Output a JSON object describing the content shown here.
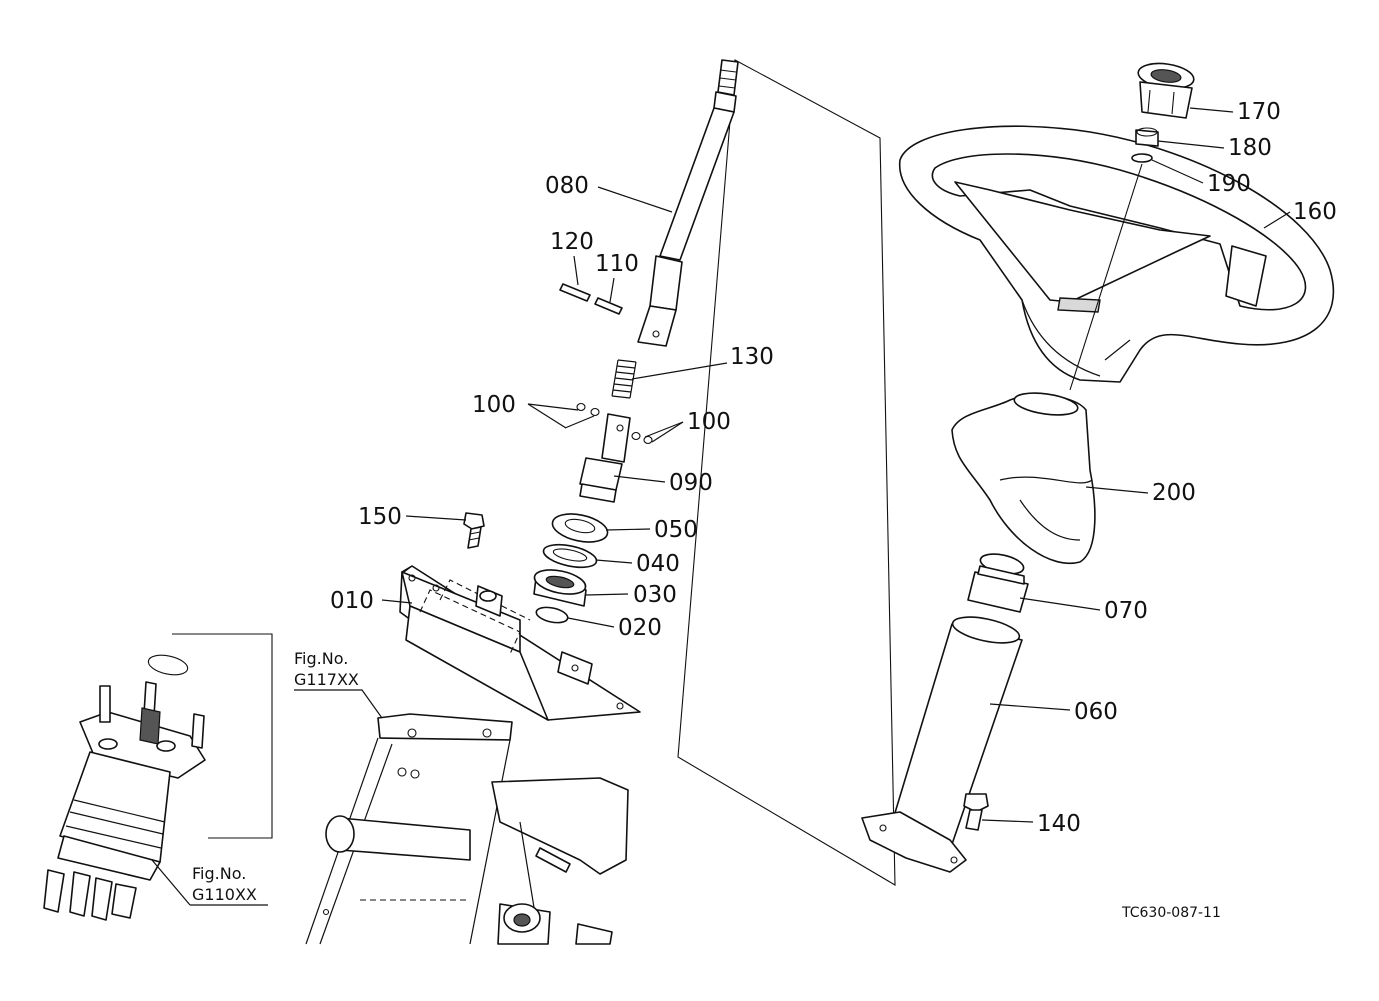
{
  "diagram": {
    "drawing_code": "TC630-087-11",
    "fig_refs": [
      {
        "prefix": "Fig.No.",
        "code": "G117XX"
      },
      {
        "prefix": "Fig.No.",
        "code": "G110XX"
      }
    ],
    "parts": [
      {
        "id": "010",
        "label": "010",
        "name": "bracket-plate"
      },
      {
        "id": "020",
        "label": "020",
        "name": "snap-ring"
      },
      {
        "id": "030",
        "label": "030",
        "name": "bearing"
      },
      {
        "id": "040",
        "label": "040",
        "name": "spacer-ring"
      },
      {
        "id": "050",
        "label": "050",
        "name": "seal"
      },
      {
        "id": "060",
        "label": "060",
        "name": "column-tube"
      },
      {
        "id": "070",
        "label": "070",
        "name": "bushing"
      },
      {
        "id": "080",
        "label": "080",
        "name": "steering-shaft"
      },
      {
        "id": "090",
        "label": "090",
        "name": "coupling-shaft"
      },
      {
        "id": "100a",
        "label": "100",
        "name": "o-ring-left"
      },
      {
        "id": "100b",
        "label": "100",
        "name": "o-ring-right"
      },
      {
        "id": "110",
        "label": "110",
        "name": "pin-short"
      },
      {
        "id": "120",
        "label": "120",
        "name": "pin-long"
      },
      {
        "id": "130",
        "label": "130",
        "name": "spring"
      },
      {
        "id": "140",
        "label": "140",
        "name": "bolt-column"
      },
      {
        "id": "150",
        "label": "150",
        "name": "bolt-bracket"
      },
      {
        "id": "160",
        "label": "160",
        "name": "steering-wheel"
      },
      {
        "id": "170",
        "label": "170",
        "name": "center-cap"
      },
      {
        "id": "180",
        "label": "180",
        "name": "nut"
      },
      {
        "id": "190",
        "label": "190",
        "name": "washer"
      },
      {
        "id": "200",
        "label": "200",
        "name": "column-cover"
      }
    ]
  }
}
